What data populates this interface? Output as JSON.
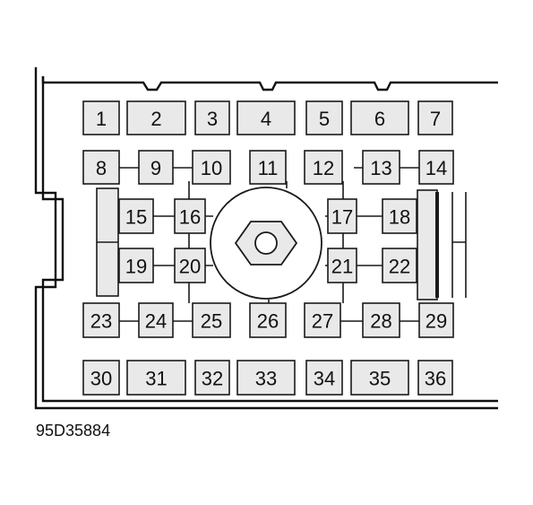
{
  "diagram": {
    "fuses": [
      "1",
      "2",
      "3",
      "4",
      "5",
      "6",
      "7",
      "8",
      "9",
      "10",
      "11",
      "12",
      "13",
      "14",
      "15",
      "16",
      "17",
      "18",
      "19",
      "20",
      "21",
      "22",
      "23",
      "24",
      "25",
      "26",
      "27",
      "28",
      "29",
      "30",
      "31",
      "32",
      "33",
      "34",
      "35",
      "36"
    ]
  },
  "caption": "95D35884",
  "colors": {
    "fill": "#e9e9e9",
    "stroke": "#1a1a1a"
  }
}
